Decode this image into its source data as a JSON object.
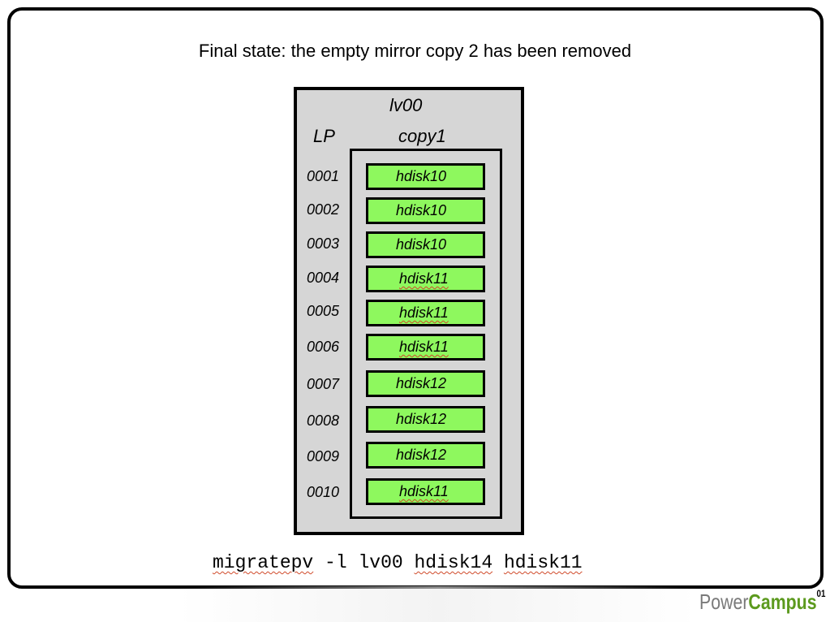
{
  "title": "Final state: the empty mirror copy 2 has been removed",
  "lv_name": "lv00",
  "lp_header": "LP",
  "copy_header": "copy1",
  "rows": [
    {
      "lp": "0001",
      "disk": "hdisk10"
    },
    {
      "lp": "0002",
      "disk": "hdisk10"
    },
    {
      "lp": "0003",
      "disk": "hdisk10"
    },
    {
      "lp": "0004",
      "disk": "hdisk11"
    },
    {
      "lp": "0005",
      "disk": "hdisk11"
    },
    {
      "lp": "0006",
      "disk": "hdisk11"
    },
    {
      "lp": "0007",
      "disk": "hdisk12"
    },
    {
      "lp": "0008",
      "disk": "hdisk12"
    },
    {
      "lp": "0009",
      "disk": "hdisk12"
    },
    {
      "lp": "0010",
      "disk": "hdisk11"
    }
  ],
  "command": {
    "cmd": "migratepv",
    "flag": "-l",
    "lv": "lv00",
    "source": "hdisk14",
    "target": "hdisk11"
  },
  "logo": {
    "power": "Power",
    "campus": "Campus",
    "suffix": "01"
  },
  "colors": {
    "pp_fill": "#8ef85e",
    "lv_fill": "#d6d6d6",
    "logo_green": "#5c9a1e",
    "logo_gray": "#7a7a7a"
  }
}
